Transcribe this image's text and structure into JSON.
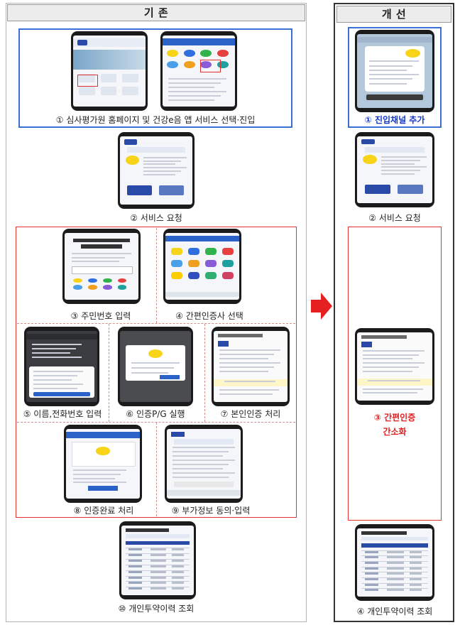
{
  "left_panel": {
    "header": "기    존",
    "steps": [
      {
        "id": "s1",
        "label": "① 심사평가원 홈페이지 및 건강e음 앱 서비스 선택·진입"
      },
      {
        "id": "s2",
        "label": "② 서비스 요청"
      },
      {
        "id": "s3",
        "label": "③ 주민번호 입력"
      },
      {
        "id": "s4",
        "label": "④ 간편인증사 선택"
      },
      {
        "id": "s5",
        "label": "⑤ 이름,전화번호 입력"
      },
      {
        "id": "s6",
        "label": "⑥ 인증P/G 실행"
      },
      {
        "id": "s7",
        "label": "⑦ 본인인증 처리"
      },
      {
        "id": "s8",
        "label": "⑧ 인증완료 처리"
      },
      {
        "id": "s9",
        "label": "⑨ 부가정보 동의·입력"
      },
      {
        "id": "s10",
        "label": "⑩ 개인투약이력 조회"
      }
    ]
  },
  "right_panel": {
    "header": "개    선",
    "steps": [
      {
        "id": "n1",
        "label": "① 진입채널 추가"
      },
      {
        "id": "n2",
        "label": "② 서비스 요청"
      },
      {
        "id": "n3",
        "label_line1": "③ 간편인증",
        "label_line2": "간소화"
      },
      {
        "id": "n4",
        "label": "④ 개인투약이력 조회"
      }
    ]
  },
  "colors": {
    "blue_frame": "#3a6fd6",
    "red_frame": "#e03030",
    "arrow": "#e62020",
    "caption_blue": "#1537c8",
    "caption_red": "#e02020"
  },
  "icons": {
    "transition": "right-arrow-icon",
    "device": "phone-mockup-icon"
  }
}
